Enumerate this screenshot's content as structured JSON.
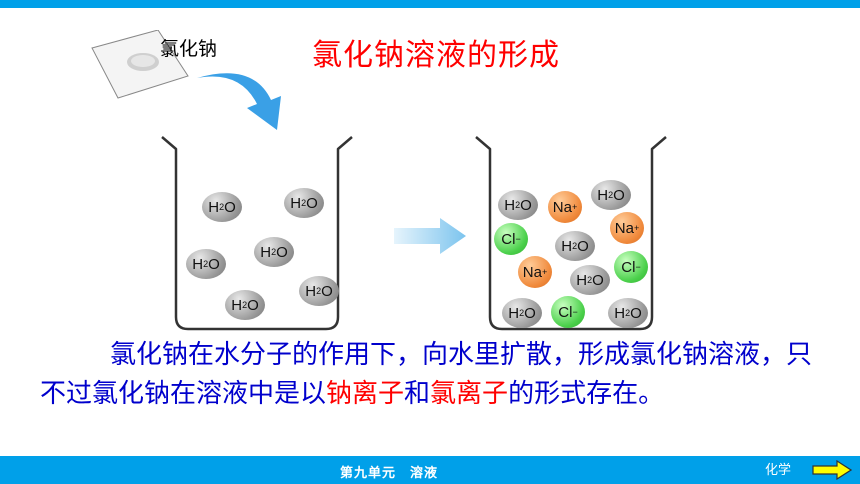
{
  "slide": {
    "title": "氯化钠溶液的形成",
    "salt_label": "氯化钠",
    "paragraph": {
      "part1": "氯化钠在水分子的作用下，向水里扩散，形成氯化钠溶液，只不过氯化钠在溶液中是以",
      "highlight1": "钠离子",
      "part2": "和",
      "highlight2": "氯离子",
      "part3": "的形式存在。"
    }
  },
  "beaker_left": {
    "molecules": [
      "H2O",
      "H2O",
      "H2O",
      "H2O",
      "H2O",
      "H2O"
    ]
  },
  "beaker_right": {
    "molecules": [
      "H2O",
      "Na+",
      "H2O",
      "Cl-",
      "H2O",
      "Na+",
      "Na+",
      "H2O",
      "Cl-",
      "H2O",
      "Cl-",
      "H2O"
    ]
  },
  "footer": {
    "unit_title": "第九单元　溶液",
    "subject": "化学",
    "next_icon": "arrow-right-icon"
  },
  "colors": {
    "accent": "#00a0e9",
    "title": "#ff0000",
    "body_text": "#0000cc",
    "water": "#9a9a9a",
    "sodium": "#f08a3c",
    "chloride": "#4bd04b"
  }
}
